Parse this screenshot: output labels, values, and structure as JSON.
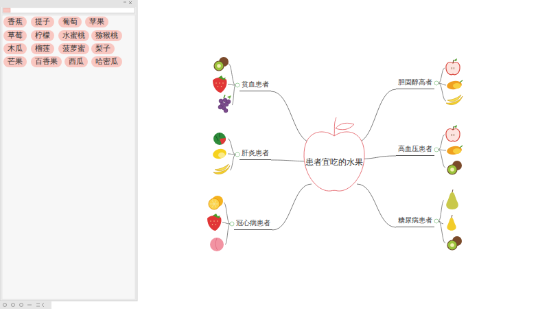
{
  "diagram": {
    "nodes": [
      {
        "text": [
          "患者宜吃的水果"
        ]
      },
      {
        "text": [
          "贫血患者"
        ]
      },
      {
        "text": [
          "肝炎患者"
        ]
      },
      {
        "text": [
          "冠心病患者"
        ]
      },
      {
        "text": [
          "胆固醇高者"
        ]
      },
      {
        "text": [
          "高血压患者"
        ]
      },
      {
        "text": [
          "糖尿病患者"
        ]
      },
      {
        "text": [
          "香蕉"
        ]
      },
      {
        "text": [
          "提子"
        ]
      },
      {
        "text": [
          "葡萄"
        ]
      },
      {
        "text": [
          "苹果"
        ]
      },
      {
        "text": [
          "草莓"
        ]
      },
      {
        "text": [
          "柠檬"
        ]
      },
      {
        "text": [
          "水蜜桃"
        ]
      },
      {
        "text": [
          "猕猴桃"
        ]
      },
      {
        "text": [
          "木瓜"
        ]
      },
      {
        "text": [
          "榴莲"
        ]
      },
      {
        "text": [
          "菠萝蜜"
        ]
      },
      {
        "text": [
          "梨子"
        ]
      },
      {
        "text": [
          "芒果"
        ]
      },
      {
        "text": [
          "百香果"
        ]
      },
      {
        "text": [
          "西瓜"
        ]
      },
      {
        "text": [
          "哈密瓜"
        ]
      }
    ],
    "edges": [
      {
        "from": 0,
        "to": 1,
        "arrow": "none"
      },
      {
        "from": 0,
        "to": 2,
        "arrow": "none"
      },
      {
        "from": 0,
        "to": 3,
        "arrow": "none"
      },
      {
        "from": 0,
        "to": 4,
        "arrow": "none"
      },
      {
        "from": 0,
        "to": 5,
        "arrow": "none"
      },
      {
        "from": 0,
        "to": 6,
        "arrow": "none"
      }
    ]
  }
}
